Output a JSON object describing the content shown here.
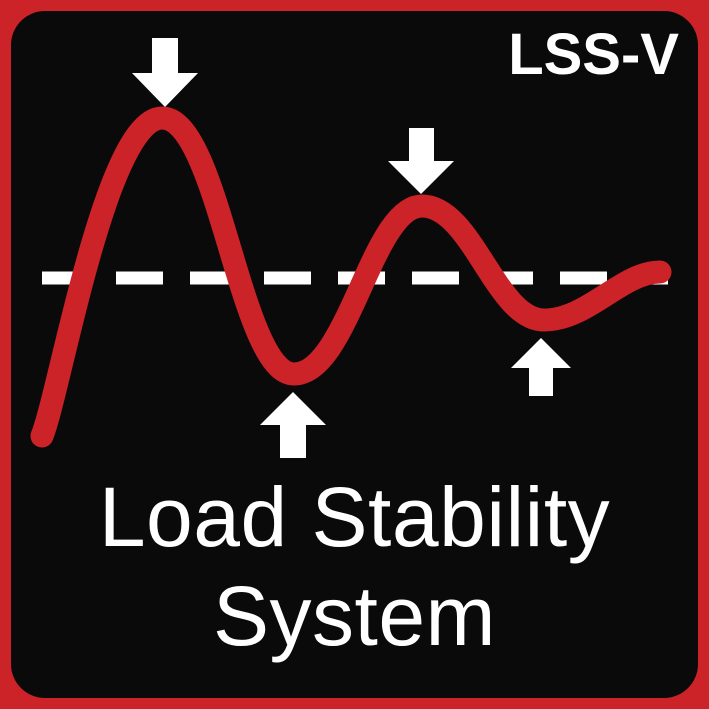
{
  "badge": {
    "model_label": "LSS-V"
  },
  "title": {
    "line1": "Load Stability",
    "line2": "System"
  },
  "colors": {
    "frame-red": "#cc2329",
    "wave-red": "#cc2329",
    "background-black": "#0b0a0a",
    "text-white": "#ffffff"
  },
  "icons": {
    "down-arrow": "solid white block arrow pointing down at wave peaks (svg shape, unicode fallback ⬇)",
    "up-arrow": "solid white block arrow pointing up at wave troughs (svg shape, unicode fallback ⬆)",
    "dashed-baseline": "white dashed horizontal equilibrium line",
    "damped-wave": "red damped oscillation curve"
  }
}
